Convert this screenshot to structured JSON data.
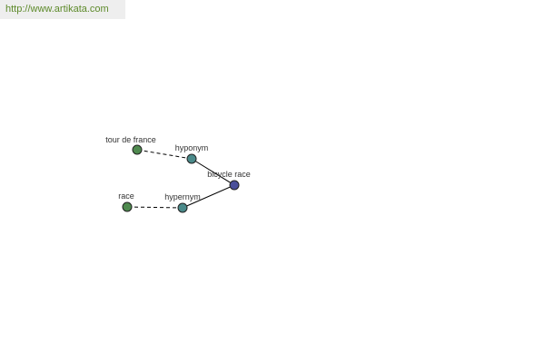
{
  "watermark": {
    "text": "http://www.artikata.com"
  },
  "graph": {
    "nodes": [
      {
        "id": "bicycle_race",
        "label": "bicycle race",
        "kind": "center"
      },
      {
        "id": "hyponym",
        "label": "hyponym",
        "kind": "relation"
      },
      {
        "id": "hypernym",
        "label": "hypernym",
        "kind": "relation"
      },
      {
        "id": "tour_de_france",
        "label": "tour de france",
        "kind": "term"
      },
      {
        "id": "race",
        "label": "race",
        "kind": "term"
      }
    ],
    "edges": [
      {
        "from": "bicycle_race",
        "to": "hyponym",
        "style": "solid"
      },
      {
        "from": "bicycle_race",
        "to": "hypernym",
        "style": "solid"
      },
      {
        "from": "hyponym",
        "to": "tour_de_france",
        "style": "dashed"
      },
      {
        "from": "hypernym",
        "to": "race",
        "style": "dashed"
      }
    ],
    "colors": {
      "center": "#4a4f9a",
      "relation": "#4a8a8a",
      "term": "#4f8a4f",
      "edge": "#000000",
      "node_stroke": "#222222"
    }
  }
}
